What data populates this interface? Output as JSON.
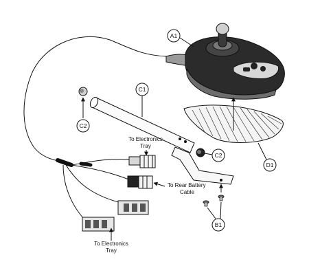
{
  "callouts": {
    "a1": "A1",
    "c1": "C1",
    "c2_left": "C2",
    "c2_right": "C2",
    "d1": "D1",
    "b1": "B1"
  },
  "labels": {
    "electronics_tray_top_line1": "To Electronics",
    "electronics_tray_top_line2": "Tray",
    "rear_battery_line1": "To Rear Battery",
    "rear_battery_line2": "Cable",
    "electronics_tray_bottom_line1": "To Electronics",
    "electronics_tray_bottom_line2": "Tray"
  }
}
